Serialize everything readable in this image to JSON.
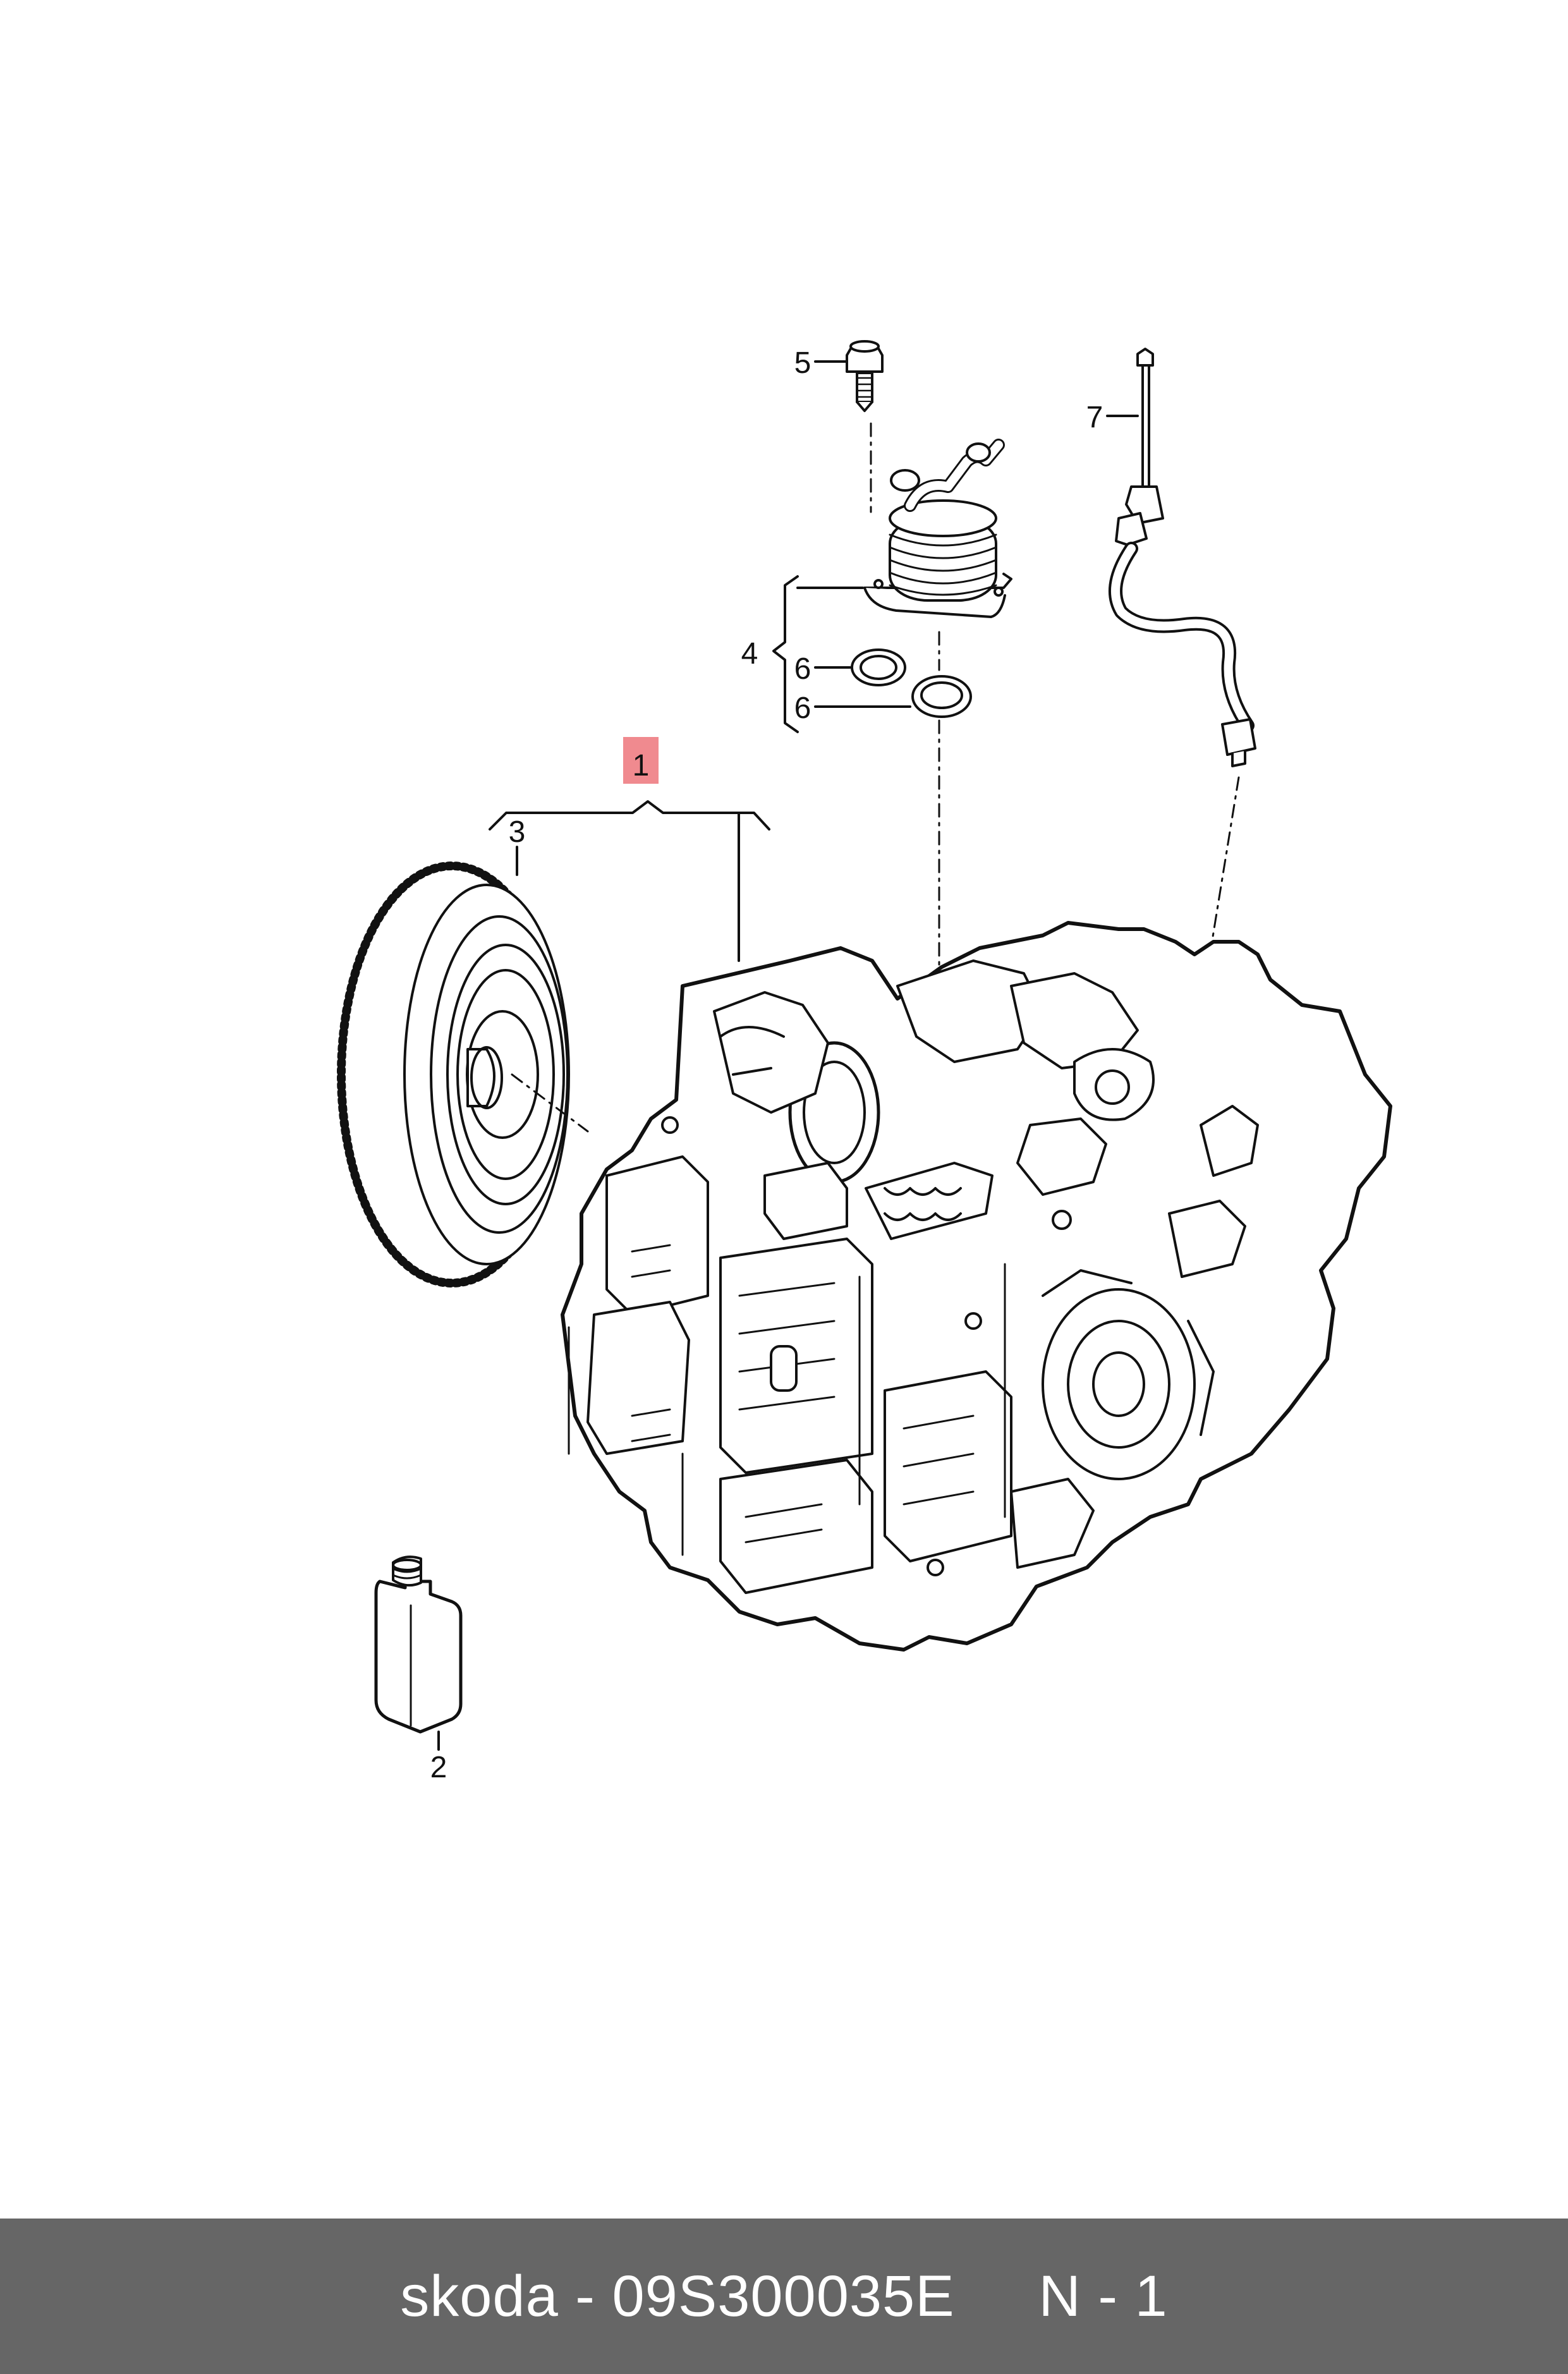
{
  "callouts": {
    "c1": "1",
    "c2": "2",
    "c3": "3",
    "c4": "4",
    "c5": "5",
    "c6a": "6",
    "c6b": "6",
    "c7": "7"
  },
  "colors": {
    "highlight": "#f08a8f",
    "line": "#111111",
    "footer_bg": "#666666",
    "footer_text": "#ffffff"
  },
  "footer": {
    "text": "skoda - 09S300035E     N - 1"
  }
}
